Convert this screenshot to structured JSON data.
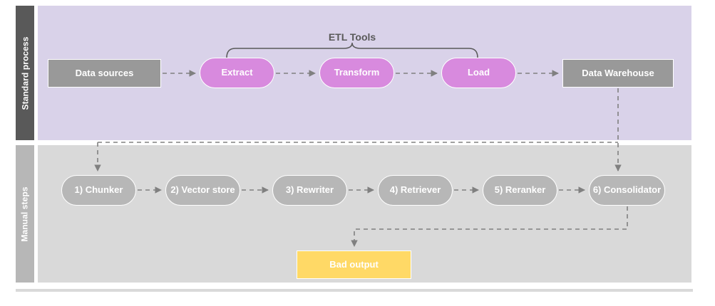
{
  "diagram": {
    "lanes": [
      {
        "id": "standard-process",
        "label": "Standard process",
        "header_color": "#595959",
        "body_color": "#d9d2e9"
      },
      {
        "id": "manual-steps",
        "label": "Manual steps",
        "header_color": "#b7b7b7",
        "body_color": "#d9d9d9"
      }
    ],
    "annotations": {
      "etl_bracket_label": "ETL Tools"
    },
    "nodes": {
      "data_sources": {
        "label": "Data sources",
        "shape": "rect",
        "color": "#999999"
      },
      "extract": {
        "label": "Extract",
        "shape": "pill",
        "color": "#d88ade"
      },
      "transform": {
        "label": "Transform",
        "shape": "pill",
        "color": "#d88ade"
      },
      "load": {
        "label": "Load",
        "shape": "pill",
        "color": "#d88ade"
      },
      "data_warehouse": {
        "label": "Data Warehouse",
        "shape": "rect",
        "color": "#999999"
      },
      "chunker": {
        "label": "1) Chunker",
        "shape": "pill",
        "color": "#b7b7b7"
      },
      "vector_store": {
        "label": "2) Vector store",
        "shape": "pill",
        "color": "#b7b7b7"
      },
      "rewriter": {
        "label": "3) Rewriter",
        "shape": "pill",
        "color": "#b7b7b7"
      },
      "retriever": {
        "label": "4) Retriever",
        "shape": "pill",
        "color": "#b7b7b7"
      },
      "reranker": {
        "label": "5) Reranker",
        "shape": "pill",
        "color": "#b7b7b7"
      },
      "consolidator": {
        "label": "6) Consolidator",
        "shape": "pill",
        "color": "#b7b7b7"
      },
      "bad_output": {
        "label": "Bad output",
        "shape": "rect",
        "color": "#ffd966"
      }
    },
    "edges": [
      {
        "from": "data_sources",
        "to": "extract",
        "style": "dashed"
      },
      {
        "from": "extract",
        "to": "transform",
        "style": "dashed"
      },
      {
        "from": "transform",
        "to": "load",
        "style": "dashed"
      },
      {
        "from": "load",
        "to": "data_warehouse",
        "style": "dashed"
      },
      {
        "from": "data_sources",
        "to": "chunker",
        "style": "dashed"
      },
      {
        "from": "chunker",
        "to": "vector_store",
        "style": "dashed"
      },
      {
        "from": "vector_store",
        "to": "rewriter",
        "style": "dashed"
      },
      {
        "from": "rewriter",
        "to": "retriever",
        "style": "dashed"
      },
      {
        "from": "retriever",
        "to": "reranker",
        "style": "dashed"
      },
      {
        "from": "reranker",
        "to": "consolidator",
        "style": "dashed"
      },
      {
        "from": "data_warehouse",
        "to": "consolidator",
        "style": "dashed"
      },
      {
        "from": "consolidator",
        "to": "bad_output",
        "style": "dashed"
      }
    ],
    "colors": {
      "edge": "#808080",
      "bracket": "#595959",
      "node_border": "#ffffff",
      "divider": "#d9d9d9"
    }
  }
}
